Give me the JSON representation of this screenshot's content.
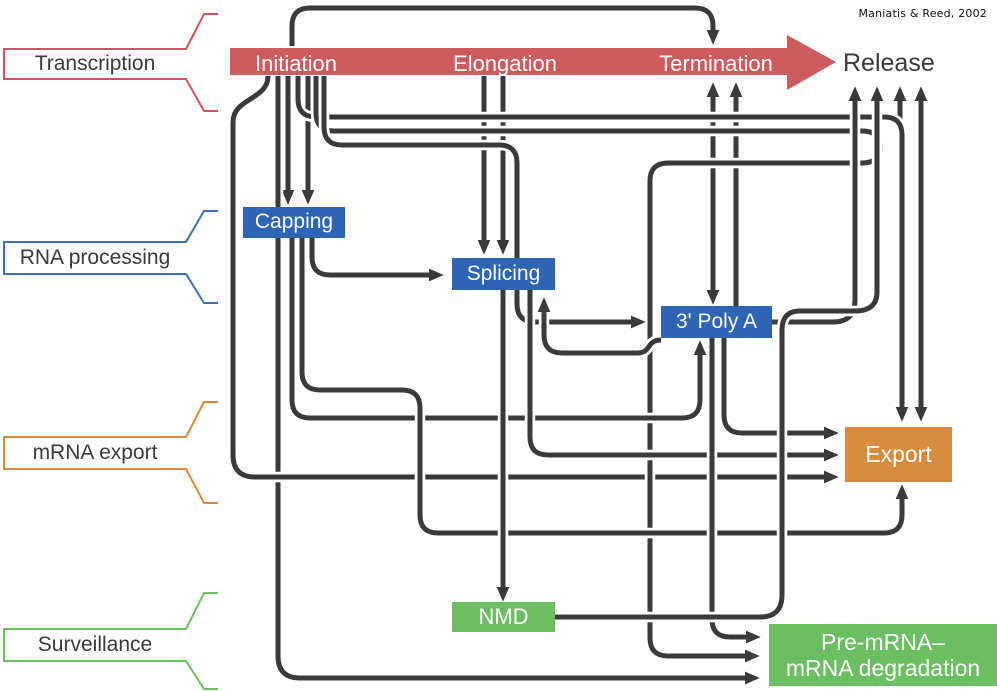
{
  "caption": "Maniatis & Reed, 2002",
  "banner": {
    "labels": [
      "Initiation",
      "Elongation",
      "Termination"
    ],
    "release": "Release"
  },
  "row_labels": [
    {
      "label": "Transcription",
      "color": "#c9565a"
    },
    {
      "label": "RNA processing",
      "color": "#3f6fb5"
    },
    {
      "label": "mRNA export",
      "color": "#d98a3f"
    },
    {
      "label": "Surveillance",
      "color": "#6cbe62"
    }
  ],
  "boxes": {
    "capping": {
      "label": "Capping"
    },
    "splicing": {
      "label": "Splicing"
    },
    "polya": {
      "label": "3' Poly A"
    },
    "export": {
      "label": "Export"
    },
    "nmd": {
      "label": "NMD"
    },
    "degradation": {
      "line1": "Pre-mRNA–",
      "line2": "mRNA degradation"
    }
  },
  "colors": {
    "ink": "#3a3a3c",
    "banner_red": "#cd5a5c",
    "process_blue": "#2e65b2",
    "export_orange": "#d78b3e",
    "surveillance_green": "#6cbe62"
  }
}
